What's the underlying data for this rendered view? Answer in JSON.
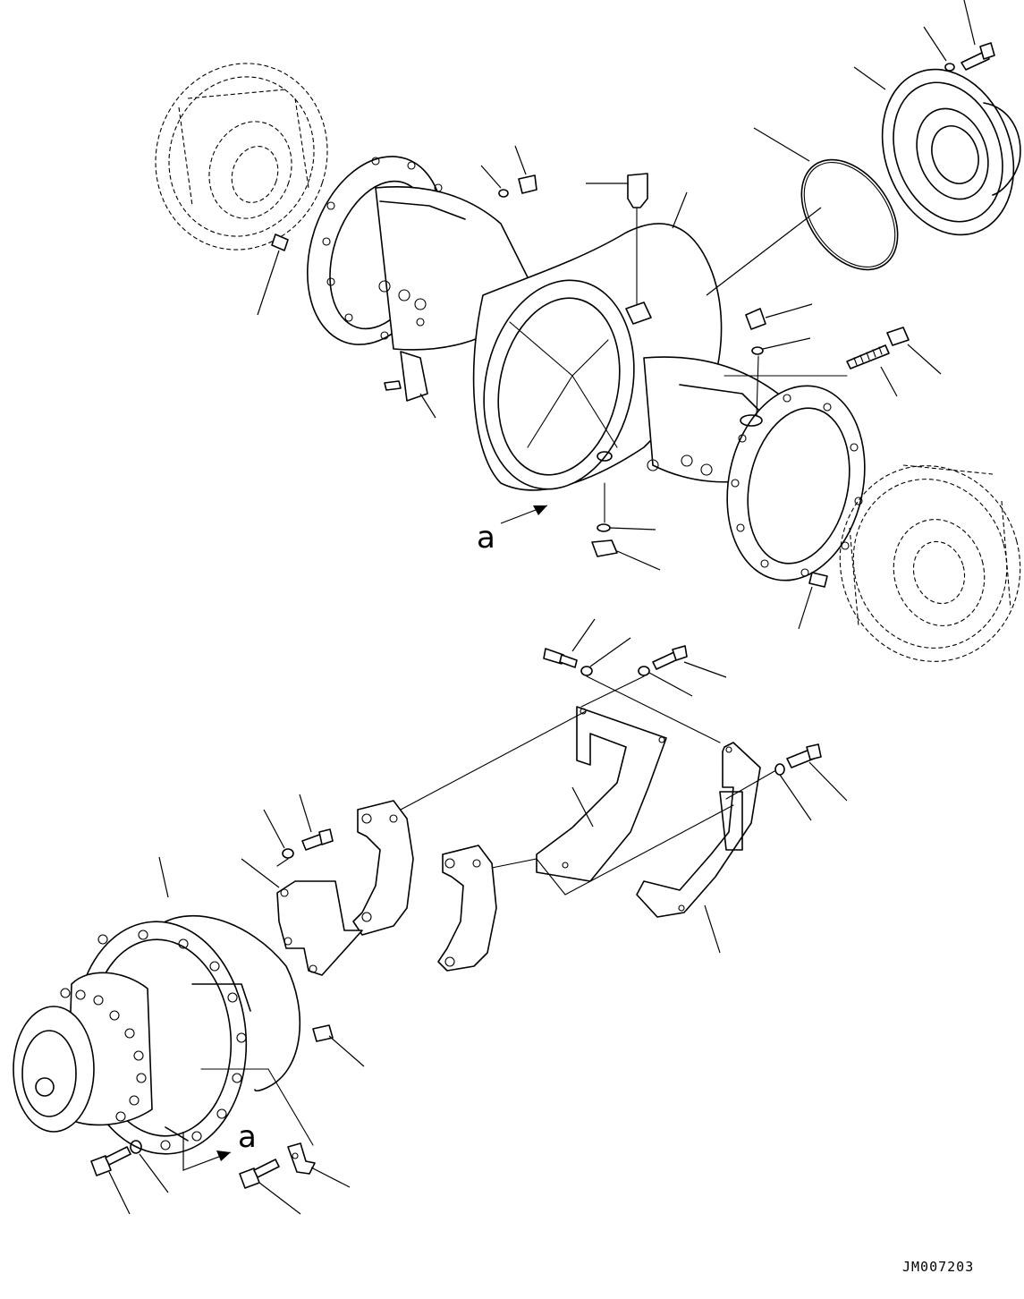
{
  "diagram": {
    "view_labels": {
      "top_arrow": "a",
      "bottom_arrow": "a"
    },
    "drawing_number": "JM007203"
  }
}
